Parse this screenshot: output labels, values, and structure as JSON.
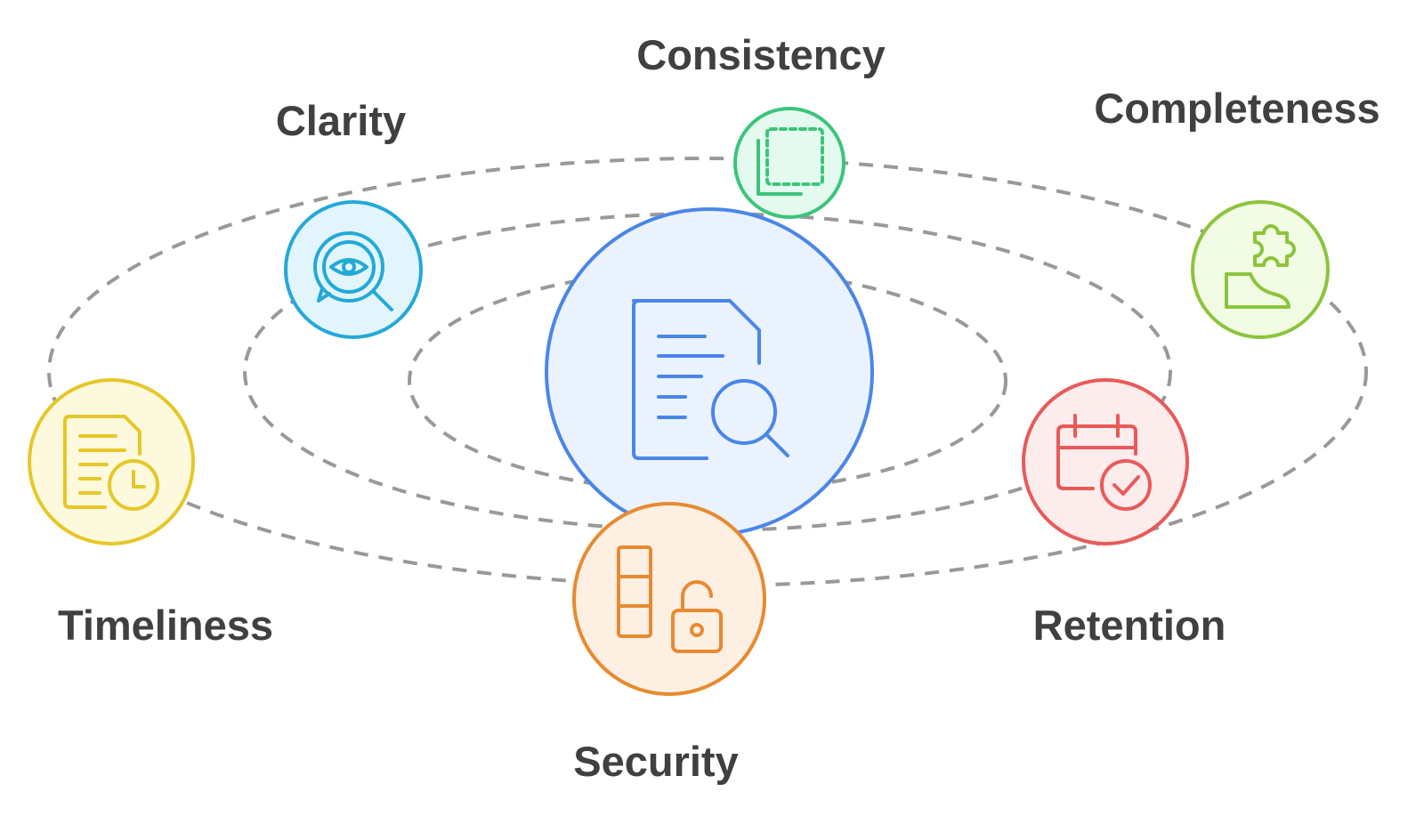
{
  "diagram": {
    "center": {
      "icon": "document-search-icon",
      "stroke": "#4a86e8",
      "fill": "#eaf2fe"
    },
    "nodes": [
      {
        "id": "consistency",
        "label": "Consistency",
        "icon": "layers-square-icon",
        "stroke": "#3cc47c",
        "fill": "#e4faee"
      },
      {
        "id": "clarity",
        "label": "Clarity",
        "icon": "eye-magnifier-icon",
        "stroke": "#23a9d8",
        "fill": "#e2f5fc"
      },
      {
        "id": "completeness",
        "label": "Completeness",
        "icon": "puzzle-piece-icon",
        "stroke": "#8cc43c",
        "fill": "#f2fbe3"
      },
      {
        "id": "timeliness",
        "label": "Timeliness",
        "icon": "document-clock-icon",
        "stroke": "#e6c72a",
        "fill": "#fdf9dc"
      },
      {
        "id": "retention",
        "label": "Retention",
        "icon": "calendar-check-icon",
        "stroke": "#e85a5a",
        "fill": "#fdecec"
      },
      {
        "id": "security",
        "label": "Security",
        "icon": "storage-lock-icon",
        "stroke": "#e88a30",
        "fill": "#fdf0e3"
      }
    ],
    "orbit_color": "#999999",
    "label_color": "#404040"
  }
}
